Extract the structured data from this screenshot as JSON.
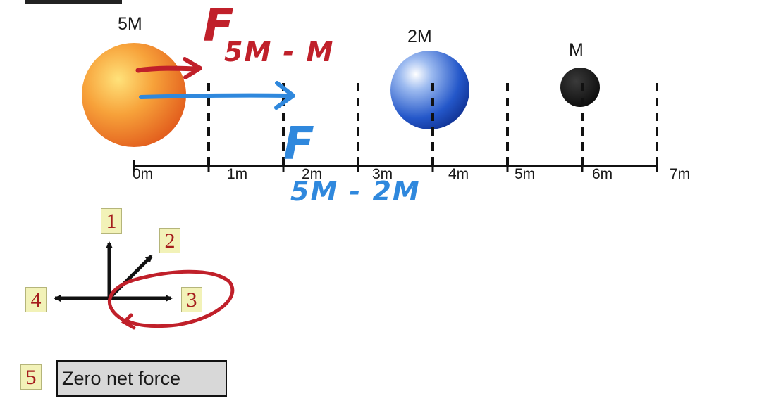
{
  "masses": [
    {
      "label": "5M",
      "position_m": 0
    },
    {
      "label": "2M",
      "position_m": 4
    },
    {
      "label": "M",
      "position_m": 6
    }
  ],
  "axis": {
    "ticks": [
      "0m",
      "1m",
      "2m",
      "3m",
      "4m",
      "5m",
      "6m",
      "7m"
    ]
  },
  "direction_options": [
    "1",
    "2",
    "3",
    "4"
  ],
  "zero_option": {
    "number": "5",
    "label": "Zero net force"
  },
  "annotations": {
    "force_red": {
      "symbol": "F",
      "subscript": "5M - M"
    },
    "force_blue": {
      "symbol": "F",
      "subscript": "5M - 2M"
    }
  },
  "colors": {
    "mass_5M": "#f07a1e",
    "mass_2M": "#1f4fc4",
    "mass_M": "#111111",
    "red_ink": "#c0202a",
    "blue_ink": "#2f88dd",
    "option_box": "#f2f2b8"
  }
}
